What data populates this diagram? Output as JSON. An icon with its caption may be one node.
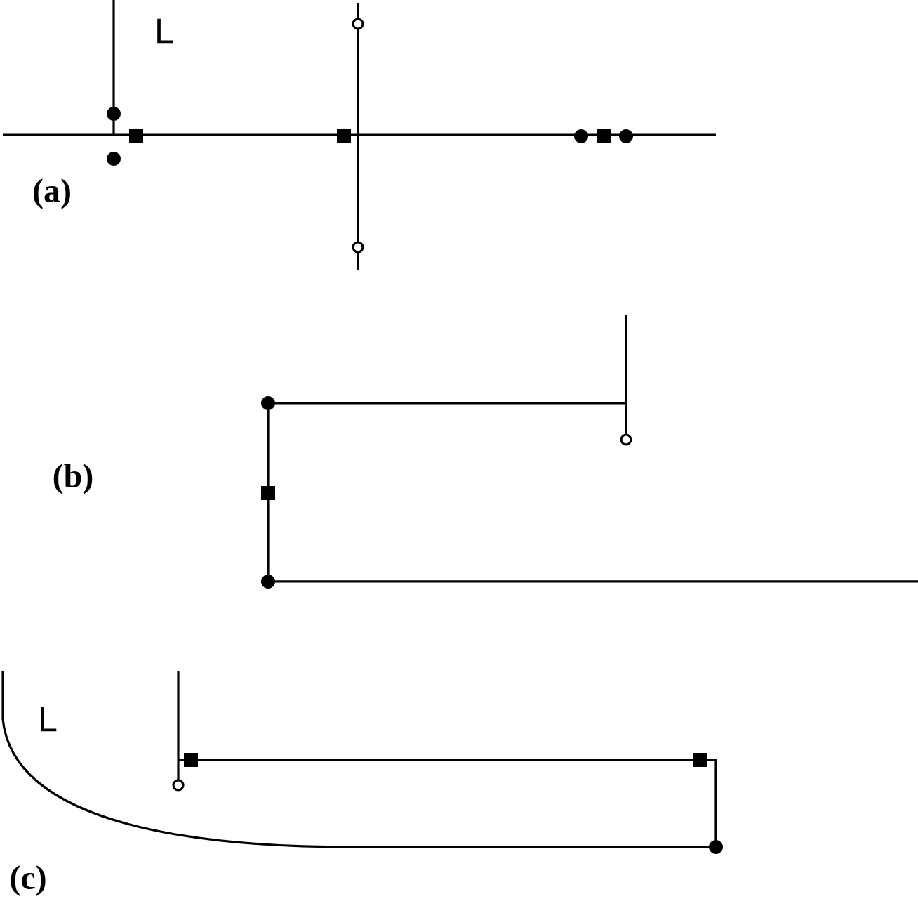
{
  "diagram": {
    "labels": [
      "L",
      "(a)",
      "(b)",
      "L",
      "(c)"
    ]
  }
}
